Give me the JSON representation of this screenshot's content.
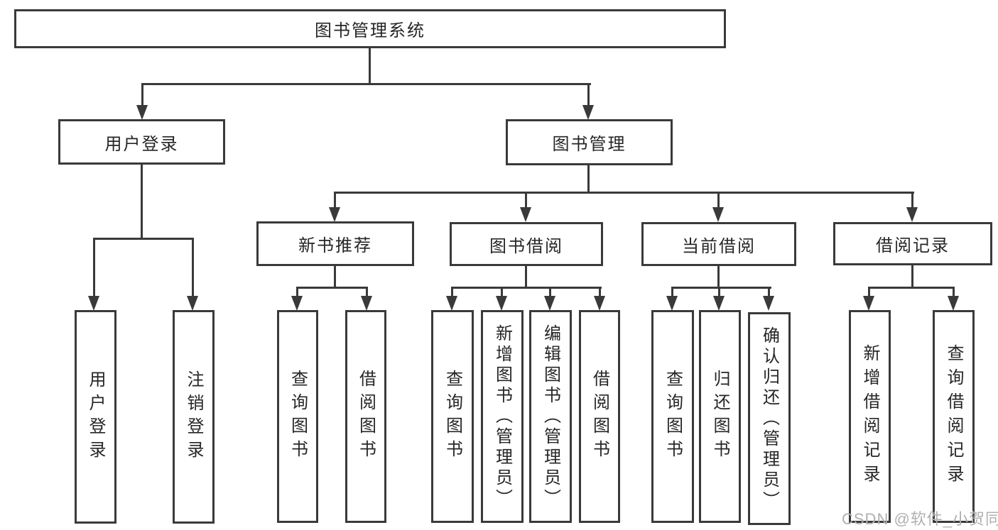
{
  "diagram": {
    "root": {
      "label": "图书管理系统"
    },
    "branches": [
      {
        "label": "用户登录",
        "children": [
          {
            "label": "用户登录"
          },
          {
            "label": "注销登录"
          }
        ]
      },
      {
        "label": "图书管理",
        "children": [
          {
            "label": "新书推荐",
            "children": [
              {
                "label": "查询图书"
              },
              {
                "label": "借阅图书"
              }
            ]
          },
          {
            "label": "图书借阅",
            "children": [
              {
                "label": "查询图书"
              },
              {
                "label": "新增图书（管理员）"
              },
              {
                "label": "编辑图书（管理员）"
              },
              {
                "label": "借阅图书"
              }
            ]
          },
          {
            "label": "当前借阅",
            "children": [
              {
                "label": "查询图书"
              },
              {
                "label": "归还图书"
              },
              {
                "label": "确认归还（管理员）"
              }
            ]
          },
          {
            "label": "借阅记录",
            "children": [
              {
                "label": "新增借阅记录"
              },
              {
                "label": "查询借阅记录"
              }
            ]
          }
        ]
      }
    ]
  },
  "watermark": {
    "text": "CSDN @软件_小贺同学",
    "color": "#b0b0b0"
  },
  "colors": {
    "line": "#3a3a3a",
    "border": "#3a3a3a",
    "text": "#262626",
    "background": "#ffffff"
  }
}
